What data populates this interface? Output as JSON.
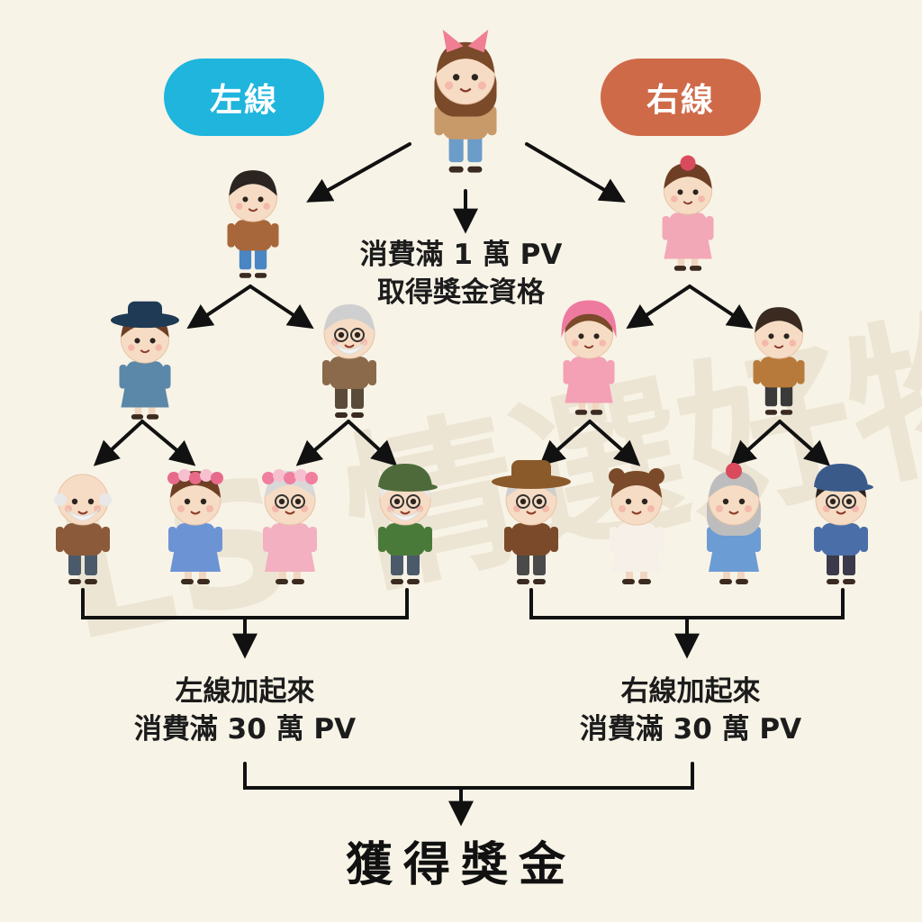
{
  "colors": {
    "background": "#f8f3e7",
    "left_pill": "#1fb5dd",
    "right_pill": "#cf6a49",
    "line": "#111111",
    "watermark": "#ece5d4"
  },
  "pills": {
    "left": "左線",
    "right": "右線"
  },
  "root": {
    "line1": "消費滿 1 萬 PV",
    "line2": "取得獎金資格"
  },
  "sums": {
    "left": {
      "line1": "左線加起來",
      "line2": "消費滿 30 萬 PV"
    },
    "right": {
      "line1": "右線加起來",
      "line2": "消費滿 30 萬 PV"
    }
  },
  "result": "獲得獎金",
  "watermark": "LS 情選好物誌",
  "people": [
    {
      "id": "root",
      "icon": "girl-pink-bow-icon",
      "tier": 0
    },
    {
      "id": "l1",
      "icon": "boy-vest-icon",
      "tier": 1
    },
    {
      "id": "r1",
      "icon": "girl-pink-dress-icon",
      "tier": 1
    },
    {
      "id": "l2a",
      "icon": "girl-hat-icon",
      "tier": 2
    },
    {
      "id": "l2b",
      "icon": "grandpa-cane-icon",
      "tier": 2
    },
    {
      "id": "r2a",
      "icon": "girl-pink-hood-icon",
      "tier": 2
    },
    {
      "id": "r2b",
      "icon": "boy-brown-jacket-icon",
      "tier": 2
    },
    {
      "id": "l3a",
      "icon": "grandpa-beard-icon",
      "tier": 3
    },
    {
      "id": "l3b",
      "icon": "girl-flower-crown-icon",
      "tier": 3
    },
    {
      "id": "l3c",
      "icon": "grandma-flower-crown-icon",
      "tier": 3
    },
    {
      "id": "l3d",
      "icon": "grandpa-green-cap-icon",
      "tier": 3
    },
    {
      "id": "r3a",
      "icon": "grandpa-fedora-icon",
      "tier": 3
    },
    {
      "id": "r3b",
      "icon": "girl-white-dress-icon",
      "tier": 3
    },
    {
      "id": "r3c",
      "icon": "grandma-bun-icon",
      "tier": 3
    },
    {
      "id": "r3d",
      "icon": "boy-blue-cap-icon",
      "tier": 3
    }
  ]
}
